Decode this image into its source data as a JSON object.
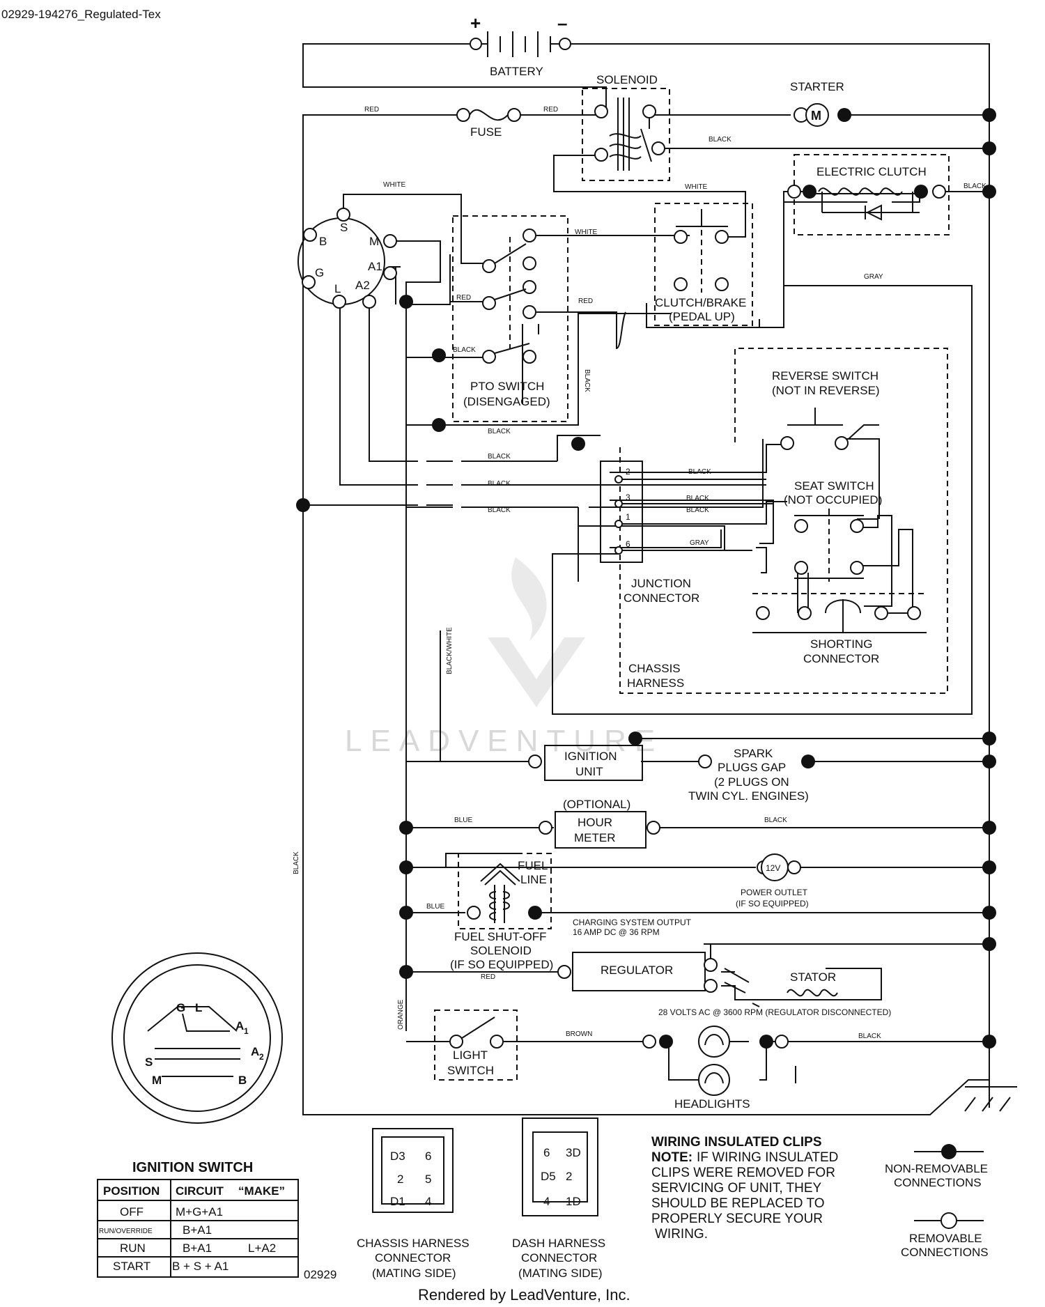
{
  "header": {
    "id": "02929-194276_Regulated-Tex"
  },
  "components": {
    "battery": "BATTERY",
    "solenoid": "SOLENOID",
    "starter": "STARTER",
    "fuse": "FUSE",
    "electric_clutch": "ELECTRIC CLUTCH",
    "clutch_brake": [
      "CLUTCH/BRAKE",
      "(PEDAL UP)"
    ],
    "pto_switch": [
      "PTO SWITCH",
      "(DISENGAGED)"
    ],
    "reverse_switch": [
      "REVERSE SWITCH",
      "(NOT IN REVERSE)"
    ],
    "seat_switch": [
      "SEAT SWITCH",
      "(NOT OCCUPIED)"
    ],
    "junction_connector": [
      "JUNCTION",
      "CONNECTOR"
    ],
    "shorting_connector": [
      "SHORTING",
      "CONNECTOR"
    ],
    "chassis_harness": [
      "CHASSIS",
      "HARNESS"
    ],
    "ignition_unit": [
      "IGNITION",
      "UNIT"
    ],
    "spark_plugs": [
      "SPARK",
      "PLUGS GAP",
      "(2 PLUGS ON",
      "TWIN CYL. ENGINES)"
    ],
    "optional": "(OPTIONAL)",
    "hour_meter": [
      "HOUR",
      "METER"
    ],
    "fuel_line": [
      "FUEL",
      "LINE"
    ],
    "power_outlet": [
      "POWER OUTLET",
      "(IF SO EQUIPPED)"
    ],
    "outlet_voltage": "12V",
    "fuel_shutoff": [
      "FUEL SHUT-OFF",
      "SOLENOID",
      "(IF SO EQUIPPED)"
    ],
    "charging_output": [
      "CHARGING SYSTEM OUTPUT",
      "16 AMP DC @ 36 RPM"
    ],
    "regulator": "REGULATOR",
    "stator": "STATOR",
    "stator_note": "28 VOLTS AC @ 3600 RPM (REGULATOR DISCONNECTED)",
    "light_switch": [
      "LIGHT",
      "SWITCH"
    ],
    "headlights": "HEADLIGHTS",
    "motor_symbol": "M"
  },
  "ignition_terminals": [
    "S",
    "B",
    "M",
    "G",
    "A1",
    "L",
    "A2"
  ],
  "junction_pins": [
    "2",
    "3",
    "1",
    "6"
  ],
  "wire_labels": {
    "red": "RED",
    "black": "BLACK",
    "white": "WHITE",
    "gray": "GRAY",
    "blue": "BLUE",
    "brown": "BROWN",
    "orange": "ORANGE",
    "black_white": "BLACK/WHITE"
  },
  "ignition_switch": {
    "title": "IGNITION SWITCH",
    "face_letters": {
      "g": "G",
      "l": "L",
      "a": "A",
      "s": "S",
      "m": "M",
      "b": "B",
      "sub1": "1",
      "sub2": "2"
    },
    "headers": [
      "POSITION",
      "CIRCUIT",
      "“MAKE”"
    ],
    "rows": [
      {
        "position": "OFF",
        "circuit": "M+G+A1",
        "make": ""
      },
      {
        "position": "RUN/OVERRIDE",
        "circuit": "B+A1",
        "make": ""
      },
      {
        "position": "RUN",
        "circuit": "B+A1",
        "make": "L+A2"
      },
      {
        "position": "START",
        "circuit": "B + S + A1",
        "make": ""
      }
    ]
  },
  "diagram_code": "02929",
  "chassis_connector": {
    "label": [
      "CHASSIS HARNESS",
      "CONNECTOR",
      "(MATING SIDE)"
    ],
    "pins": [
      "D3",
      "6",
      "2",
      "5",
      "D1",
      "4"
    ]
  },
  "dash_connector": {
    "label": [
      "DASH HARNESS",
      "CONNECTOR",
      "(MATING SIDE)"
    ],
    "pins": [
      "6",
      "3D",
      "D5",
      "2",
      "4",
      "1D"
    ]
  },
  "clips_note": {
    "title": "WIRING INSULATED CLIPS",
    "note_label": "NOTE:",
    "lines": [
      "IF WIRING INSULATED",
      "CLIPS WERE REMOVED FOR",
      "SERVICING OF UNIT, THEY",
      "SHOULD BE REPLACED TO",
      "PROPERLY SECURE YOUR",
      "WIRING."
    ]
  },
  "legend": {
    "non_removable": [
      "NON-REMOVABLE",
      "CONNECTIONS"
    ],
    "removable": [
      "REMOVABLE",
      "CONNECTIONS"
    ]
  },
  "watermark": "LEADVENTURE",
  "footer": "Rendered by LeadVenture, Inc."
}
